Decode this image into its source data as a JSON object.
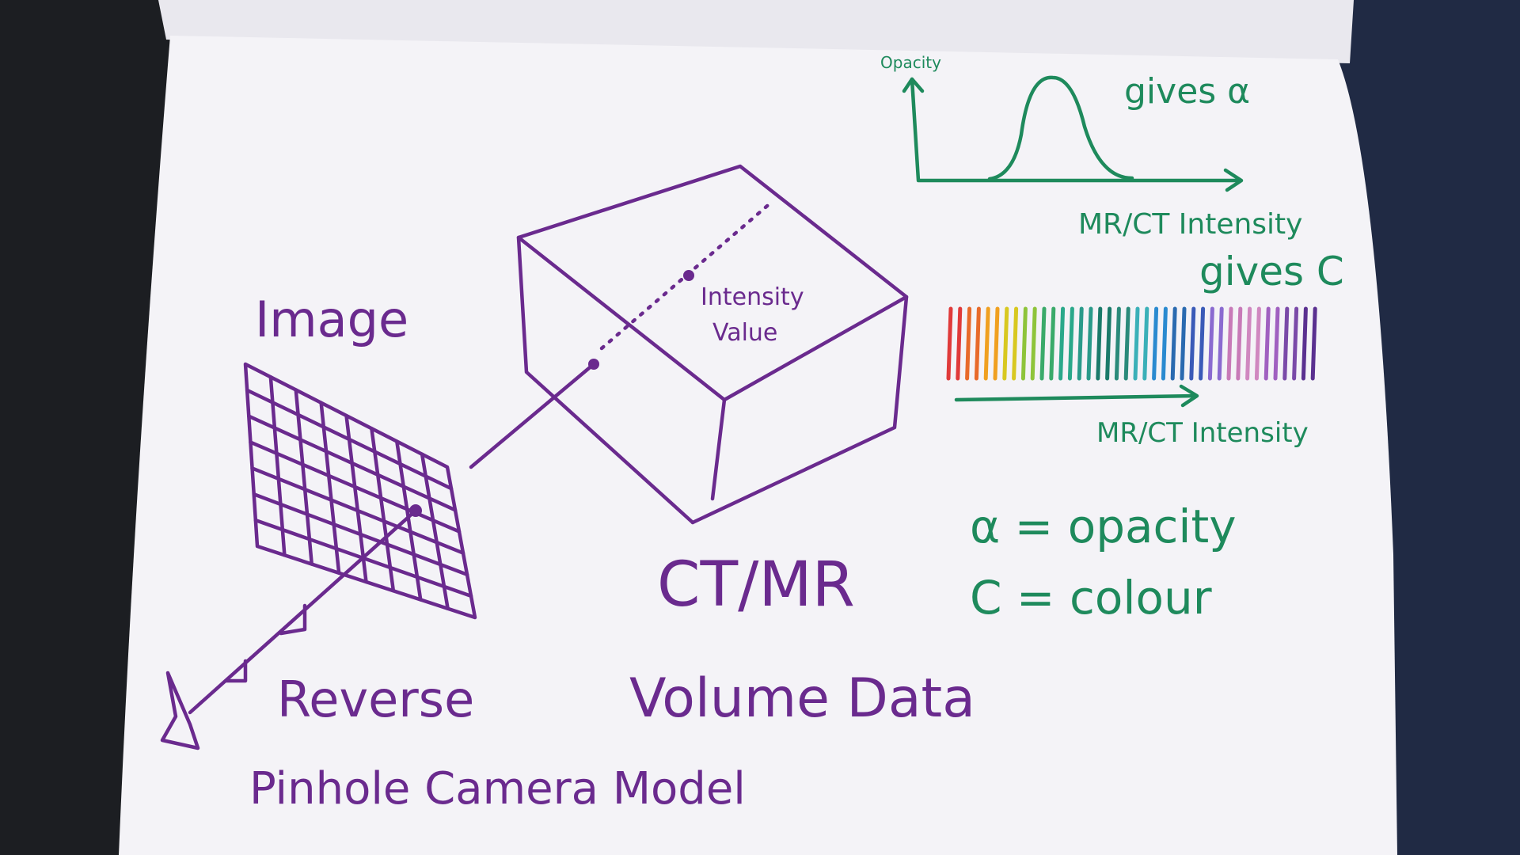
{
  "colors": {
    "purple_ink": "#6a2a8e",
    "green_ink": "#1e8a5c",
    "paper": "#f4f3f7",
    "spectrum": [
      "#e03a3a",
      "#e86a2a",
      "#f0a020",
      "#d8c820",
      "#8ec43a",
      "#3aaa6a",
      "#2aa88a",
      "#2a9a8a",
      "#1a7a6a",
      "#2a8a7a",
      "#3ab0b8",
      "#2a8ad0",
      "#2a6ab0",
      "#3a5ab8",
      "#8a6ad0",
      "#c87ab8",
      "#d088c0",
      "#a060c0",
      "#7a4aa8",
      "#5a3090"
    ]
  },
  "labels": {
    "image": "Image",
    "intensity_value_line1": "Intensity",
    "intensity_value_line2": "Value",
    "ct_mr": "CT/MR",
    "volume_data": "Volume Data",
    "reverse": "Reverse",
    "pinhole": "Pinhole Camera Model",
    "opacity_axis": "Opacity",
    "gives_alpha": "gives α",
    "intensity_axis_1": "MR/CT Intensity",
    "gives_c": "gives C",
    "intensity_axis_2": "MR/CT Intensity",
    "alpha_def": "α = opacity",
    "c_def": "C = colour"
  }
}
